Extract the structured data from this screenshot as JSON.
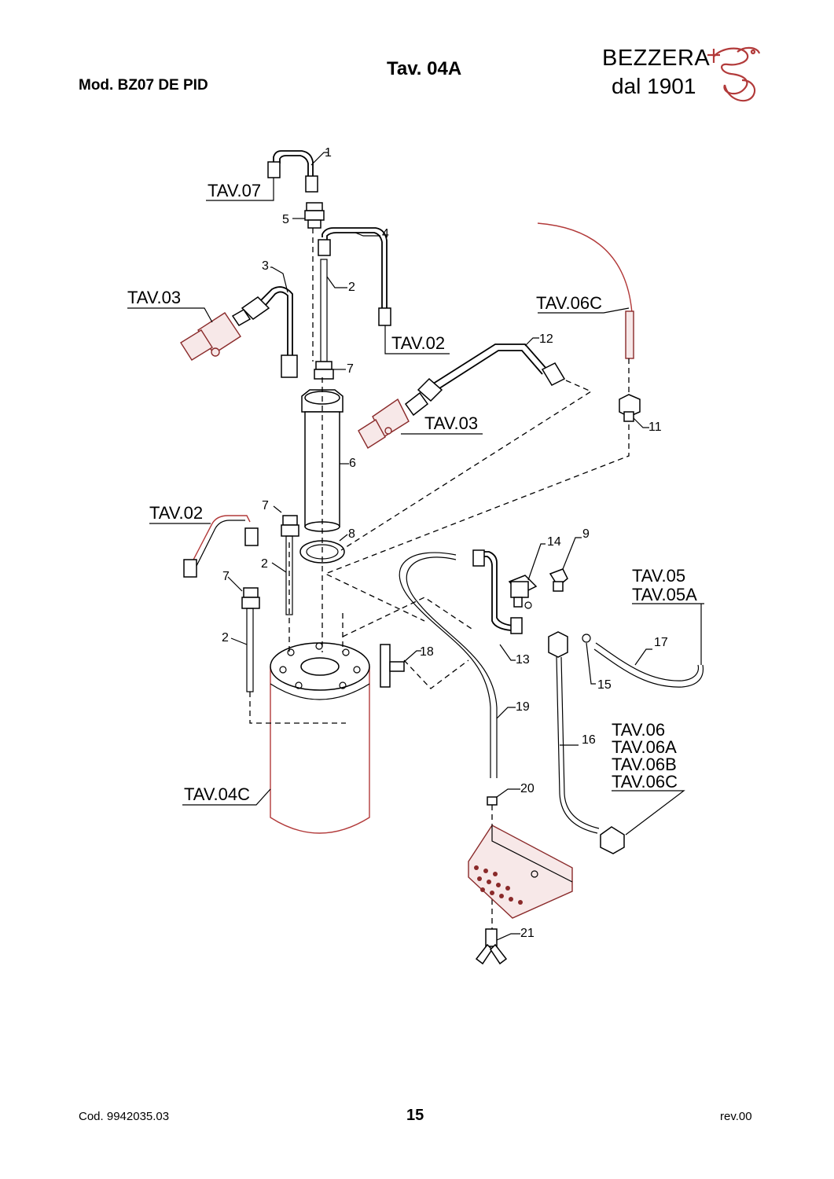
{
  "header": {
    "model": "Mod.  BZ07 DE PID",
    "plate": "Tav. 04A",
    "brand": "BEZZERA",
    "since": "dal 1901"
  },
  "footer": {
    "code": "Cod. 9942035.03",
    "page": "15",
    "revision": "rev.00"
  },
  "references": {
    "tav07": "TAV.07",
    "tav03_top": "TAV.03",
    "tav02_top": "TAV.02",
    "tav06c_top": "TAV.06C",
    "tav03_mid": "TAV.03",
    "tav02_left": "TAV.02",
    "tav05": "TAV.05",
    "tav05a": "TAV.05A",
    "tav06": "TAV.06",
    "tav06a": "TAV.06A",
    "tav06b": "TAV.06B",
    "tav06c_bottom": "TAV.06C",
    "tav04c": "TAV.04C"
  },
  "callouts": {
    "p1": "1",
    "p2a": "2",
    "p2b": "2",
    "p2c": "2",
    "p3": "3",
    "p4": "4",
    "p5": "5",
    "p6": "6",
    "p7a": "7",
    "p7b": "7",
    "p7c": "7",
    "p8": "8",
    "p9": "9",
    "p11": "11",
    "p12": "12",
    "p13": "13",
    "p14": "14",
    "p15": "15",
    "p16": "16",
    "p17": "17",
    "p18": "18",
    "p19": "19",
    "p20": "20",
    "p21": "21"
  },
  "colors": {
    "line": "#000000",
    "accent": "#b23a3a"
  }
}
